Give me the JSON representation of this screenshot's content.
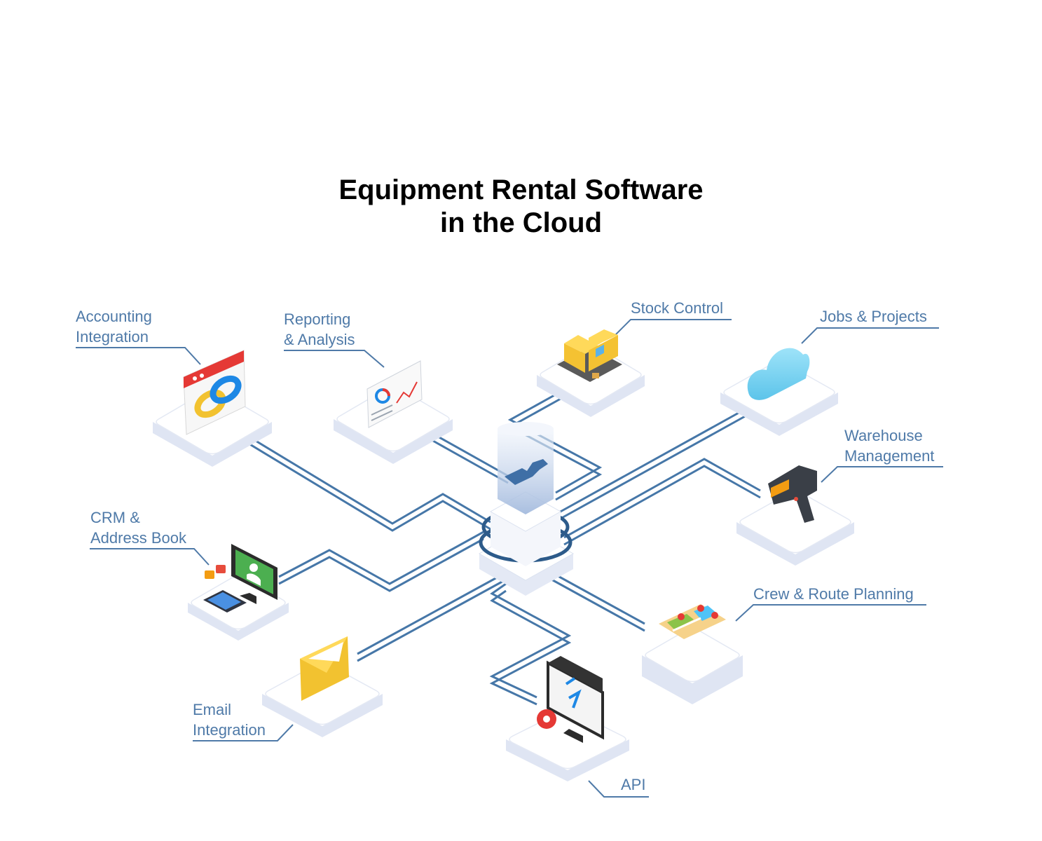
{
  "title": {
    "line1": "Equipment Rental Software",
    "line2": "in the Cloud"
  },
  "colors": {
    "text": "#000000",
    "label": "#4f7aa8",
    "connector": "#4677a8",
    "platform_top": "#ffffff",
    "platform_side": "#dde3f2"
  },
  "hub": {
    "icon": "server-hub-icon"
  },
  "modules": [
    {
      "id": "accounting",
      "label_lines": [
        "Accounting",
        "Integration"
      ],
      "icon": "link-window-icon"
    },
    {
      "id": "reporting",
      "label_lines": [
        "Reporting",
        "& Analysis"
      ],
      "icon": "analytics-board-icon"
    },
    {
      "id": "stock",
      "label_lines": [
        "Stock Control"
      ],
      "icon": "warehouse-building-icon"
    },
    {
      "id": "jobs",
      "label_lines": [
        "Jobs & Projects"
      ],
      "icon": "cloud-icon"
    },
    {
      "id": "warehouse",
      "label_lines": [
        "Warehouse",
        "Management"
      ],
      "icon": "barcode-scanner-icon"
    },
    {
      "id": "crm",
      "label_lines": [
        "CRM &",
        "Address Book"
      ],
      "icon": "monitor-contacts-icon"
    },
    {
      "id": "crew",
      "label_lines": [
        "Crew & Route Planning"
      ],
      "icon": "route-map-icon"
    },
    {
      "id": "email",
      "label_lines": [
        "Email",
        "Integration"
      ],
      "icon": "envelope-icon"
    },
    {
      "id": "api",
      "label_lines": [
        "API"
      ],
      "icon": "api-monitor-gear-icon"
    }
  ]
}
